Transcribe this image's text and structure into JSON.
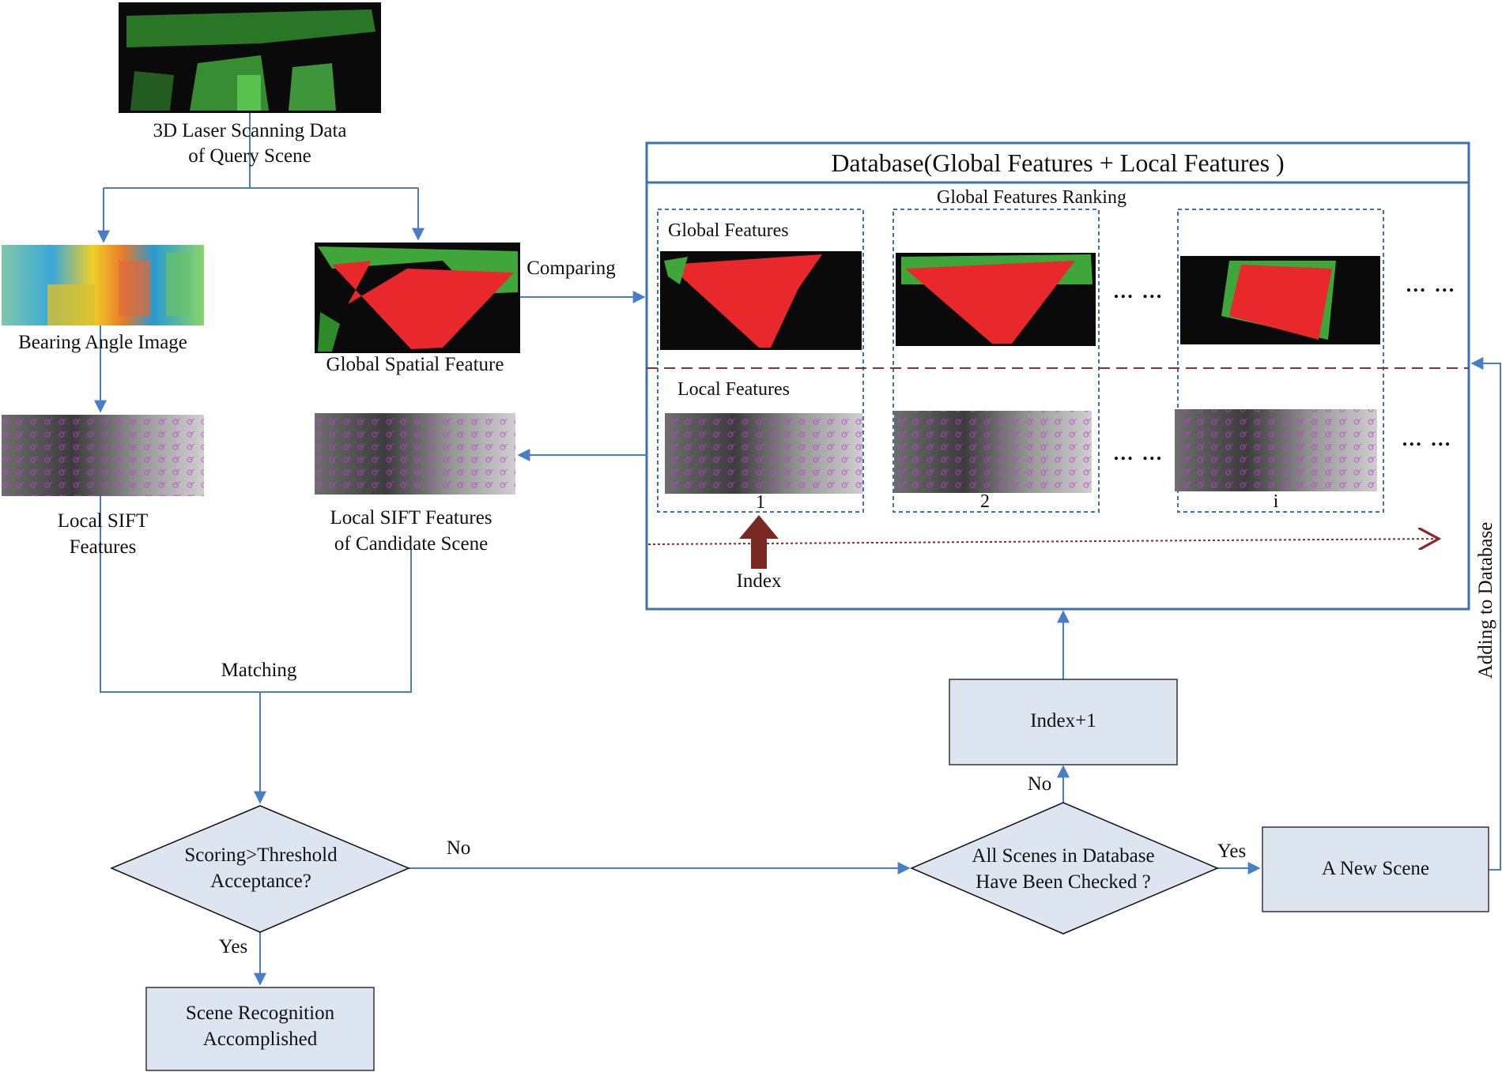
{
  "query": {
    "scan_label_line1": "3D Laser Scanning Data",
    "scan_label_line2": "of Query Scene",
    "bearing_label": "Bearing Angle Image",
    "global_spatial_label": "Global Spatial Feature",
    "local_sift_line1": "Local SIFT",
    "local_sift_line2": "Features",
    "candidate_sift_line1": "Local SIFT Features",
    "candidate_sift_line2": "of Candidate Scene"
  },
  "edges": {
    "comparing": "Comparing",
    "matching": "Matching",
    "no_left": "No",
    "yes_bottom": "Yes",
    "no_up": "No",
    "yes_right": "Yes",
    "adding": "Adding to Database"
  },
  "database": {
    "title": "Database(Global Features + Local Features )",
    "ranking_label": "Global Features Ranking",
    "global_label": "Global Features",
    "local_label": "Local Features",
    "ellipsis": "… …",
    "candidates": [
      "1",
      "2",
      "i"
    ],
    "index_label": "Index"
  },
  "decisions": {
    "threshold_line1": "Scoring>Threshold",
    "threshold_line2": "Acceptance?",
    "checked_line1": "All Scenes in Database",
    "checked_line2": "Have Been Checked ?"
  },
  "processes": {
    "index_inc": "Index+1",
    "new_scene": "A New Scene",
    "accomplished_line1": "Scene Recognition",
    "accomplished_line2": "Accomplished"
  },
  "colors": {
    "flow": "#4a7ec4",
    "box_fill": "#dde5f1",
    "diamond_fill": "#dde5f1",
    "divider": "#9b2c2c",
    "index_arrow": "#7a2a22",
    "point_cloud": "#3fa63a",
    "global_fill": "#e8282b"
  }
}
